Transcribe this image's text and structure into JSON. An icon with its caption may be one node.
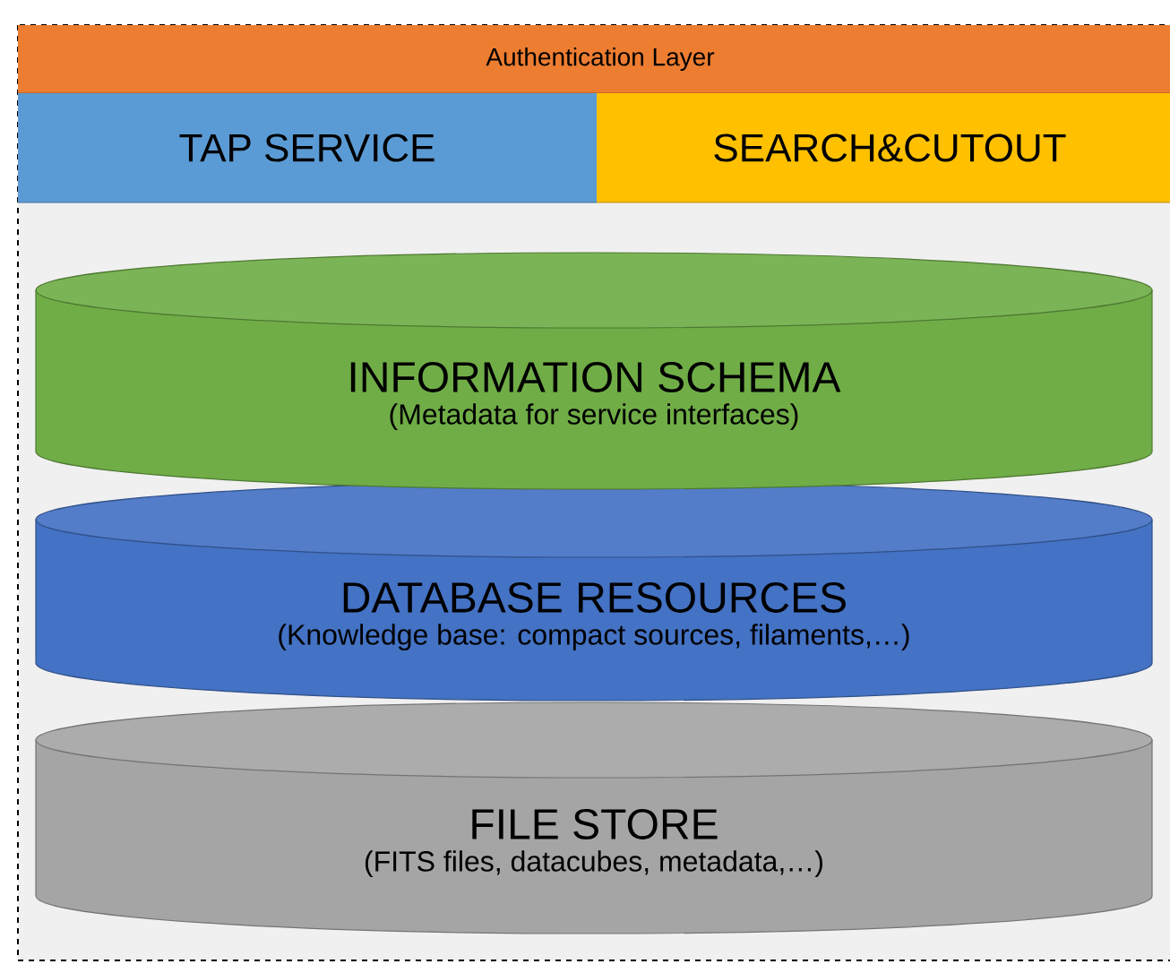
{
  "diagram": {
    "nodes": [
      {
        "text": [],
        "shape": "box"
      },
      {
        "text": [
          "Authentication Layer"
        ],
        "in": 0
      },
      {
        "text": [
          "TAP SERVICE"
        ],
        "in": 0
      },
      {
        "text": [
          "SEARCH&CUTOUT"
        ],
        "in": 0
      },
      {
        "text": [
          "INFORMATION SCHEMA",
          "(Metadata for service interfaces)"
        ],
        "in": 0
      },
      {
        "text": [
          "DATABASE RESOURCES",
          "(Knowledge base: compact sources, filaments,…)"
        ],
        "in": 0
      },
      {
        "text": [
          "FILE STORE",
          "(FITS files, datacubes, metadata,…)"
        ],
        "in": 0
      }
    ],
    "edges": []
  }
}
